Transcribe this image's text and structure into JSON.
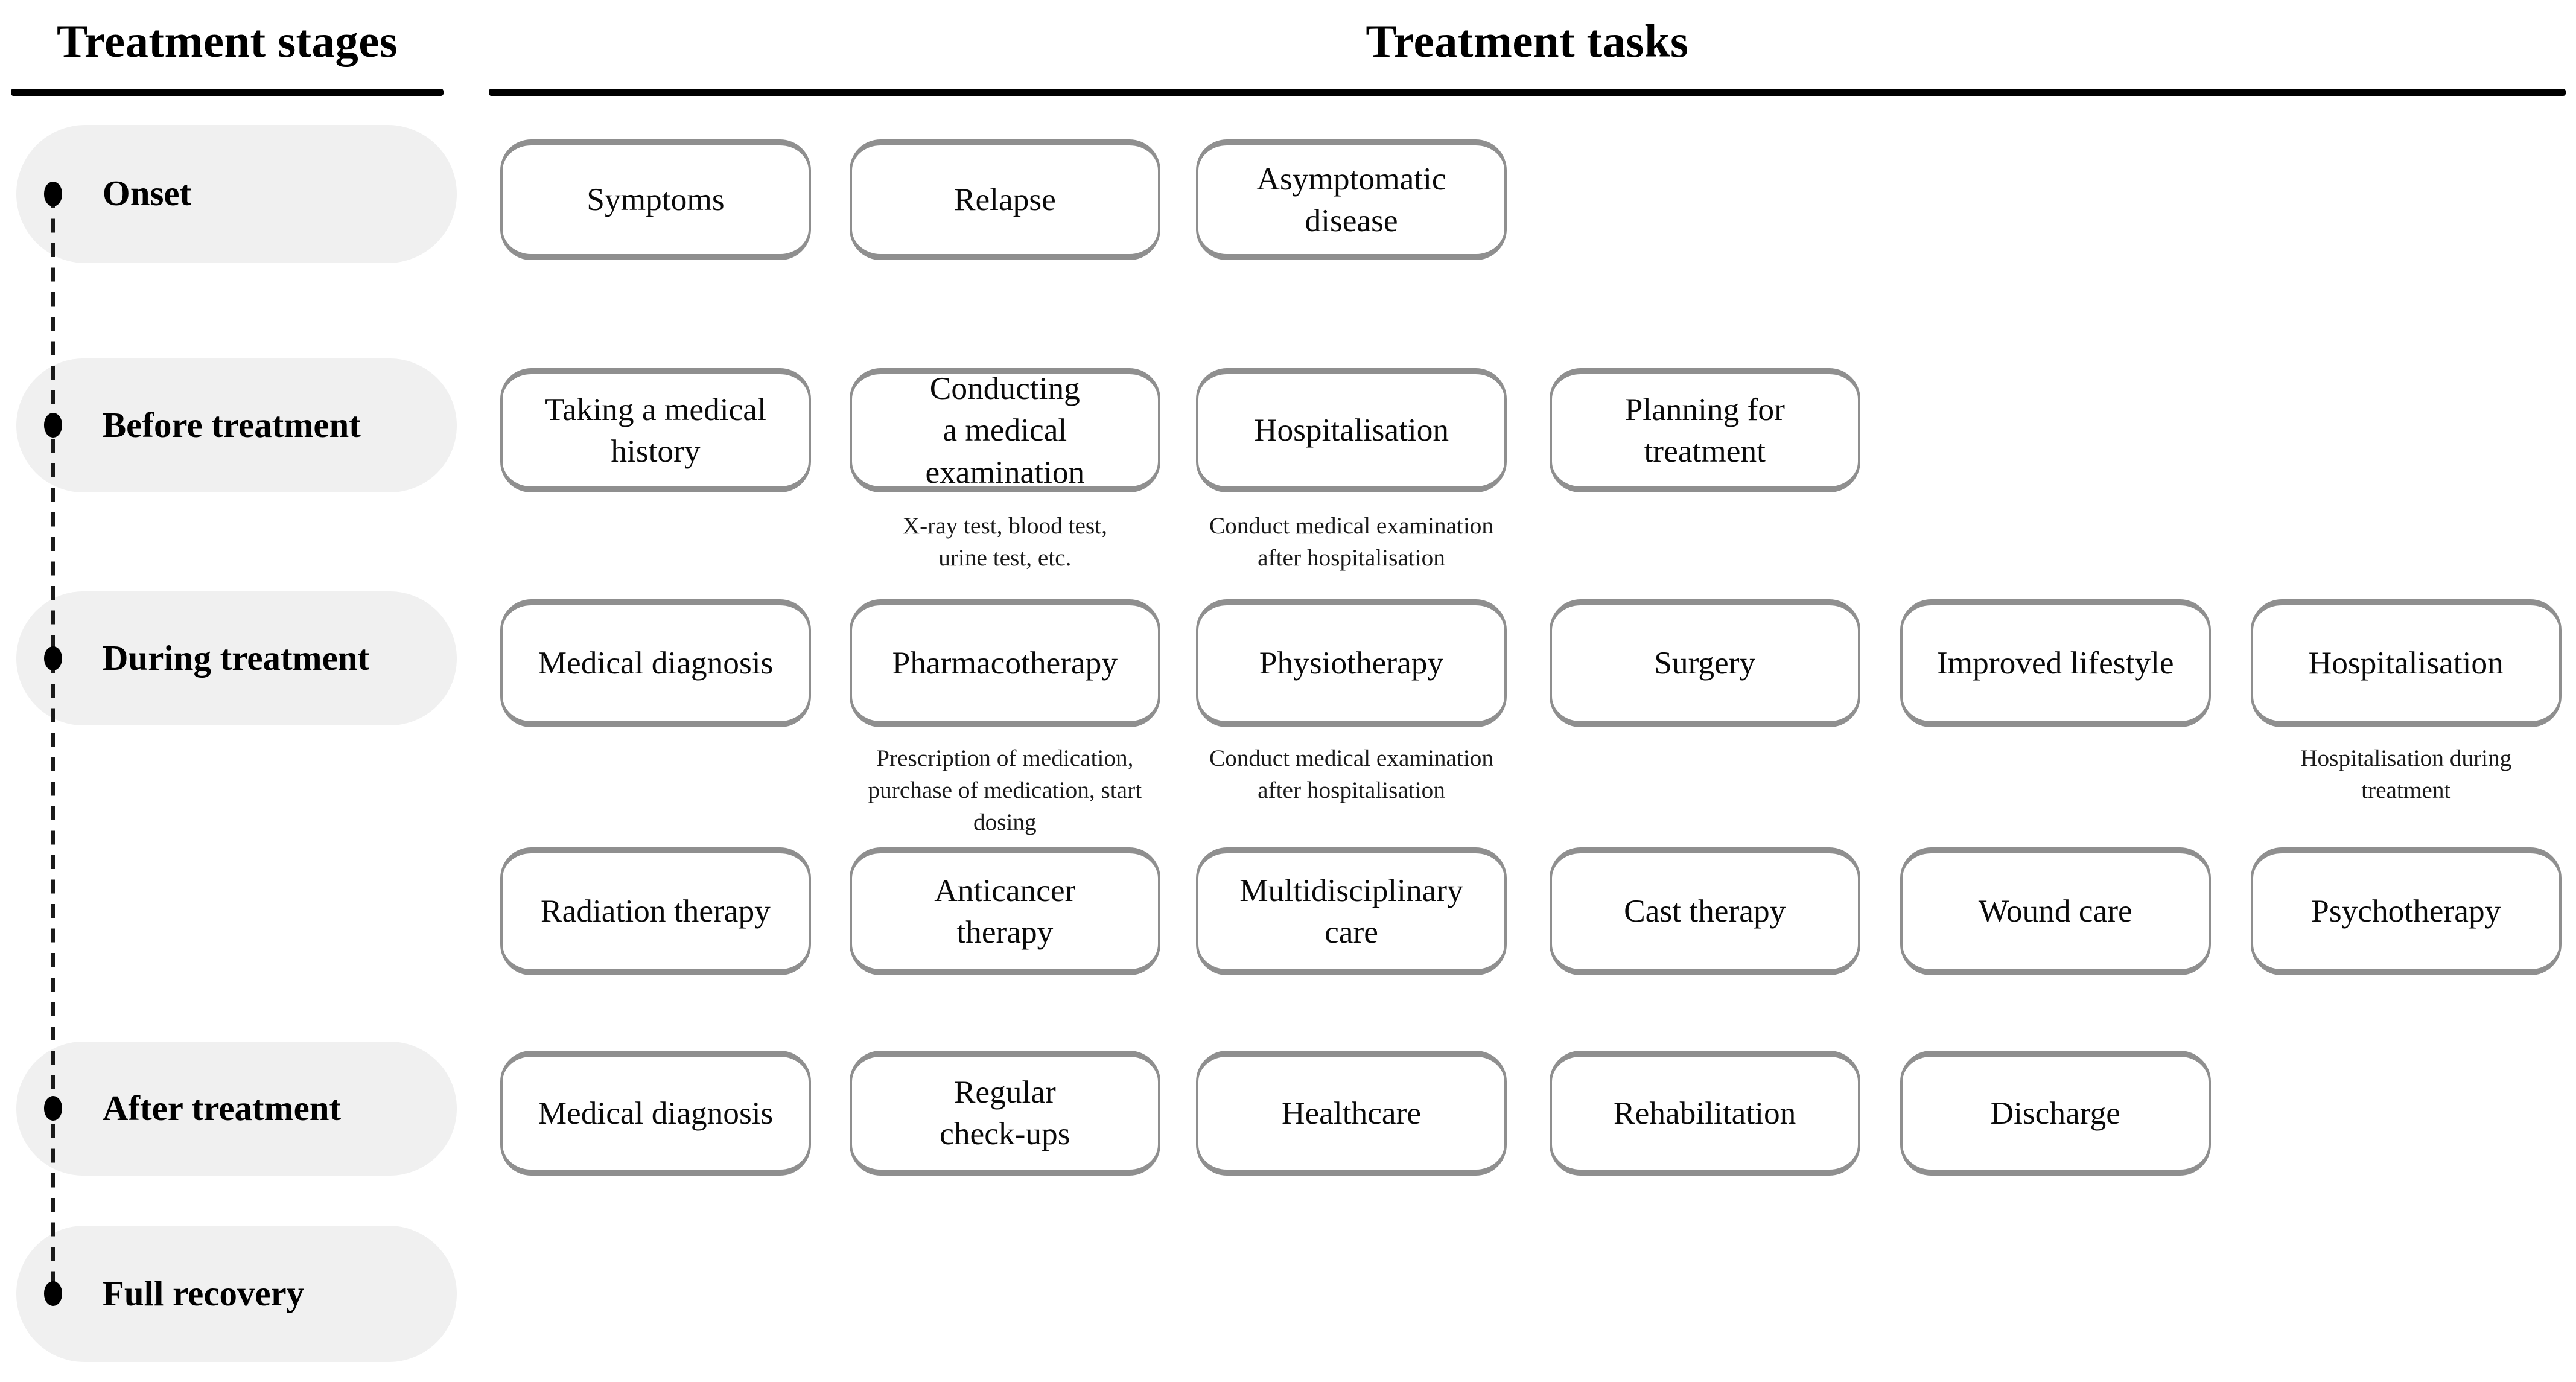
{
  "title": "Treatment stages and treatment tasks diagram",
  "colors": {
    "pill_background": "#f0f0f0",
    "box_border": "#8f8f8f",
    "header_rule": "#000000",
    "text": "#000000"
  },
  "headers": {
    "stages": "Treatment stages",
    "tasks": "Treatment tasks"
  },
  "stages": [
    {
      "label": "Onset"
    },
    {
      "label": "Before treatment"
    },
    {
      "label": "During treatment"
    },
    {
      "label": "After treatment"
    },
    {
      "label": "Full recovery"
    }
  ],
  "task_rows": [
    {
      "stage": "Onset",
      "boxes": [
        {
          "label": "Symptoms"
        },
        {
          "label": "Relapse"
        },
        {
          "label": "Asymptomatic\ndisease"
        }
      ]
    },
    {
      "stage": "Before treatment",
      "boxes": [
        {
          "label": "Taking a medical\nhistory"
        },
        {
          "label": "Conducting\na medical\nexamination",
          "note": "X-ray test, blood test,\nurine test, etc."
        },
        {
          "label": "Hospitalisation",
          "note": "Conduct medical examination\nafter hospitalisation"
        },
        {
          "label": "Planning for\ntreatment"
        }
      ]
    },
    {
      "stage": "During treatment",
      "boxes": [
        {
          "label": "Medical diagnosis"
        },
        {
          "label": "Pharmacotherapy",
          "note": "Prescription of medication,\npurchase of medication, start\ndosing"
        },
        {
          "label": "Physiotherapy",
          "note": "Conduct medical examination\nafter hospitalisation"
        },
        {
          "label": "Surgery"
        },
        {
          "label": "Improved lifestyle"
        },
        {
          "label": "Hospitalisation",
          "note": "Hospitalisation during\ntreatment"
        }
      ]
    },
    {
      "stage": "During treatment",
      "boxes": [
        {
          "label": "Radiation therapy"
        },
        {
          "label": "Anticancer\ntherapy"
        },
        {
          "label": "Multidisciplinary\ncare"
        },
        {
          "label": "Cast therapy"
        },
        {
          "label": "Wound care"
        },
        {
          "label": "Psychotherapy"
        }
      ]
    },
    {
      "stage": "After treatment",
      "boxes": [
        {
          "label": "Medical diagnosis"
        },
        {
          "label": "Regular\ncheck-ups"
        },
        {
          "label": "Healthcare"
        },
        {
          "label": "Rehabilitation"
        },
        {
          "label": "Discharge"
        }
      ]
    }
  ]
}
